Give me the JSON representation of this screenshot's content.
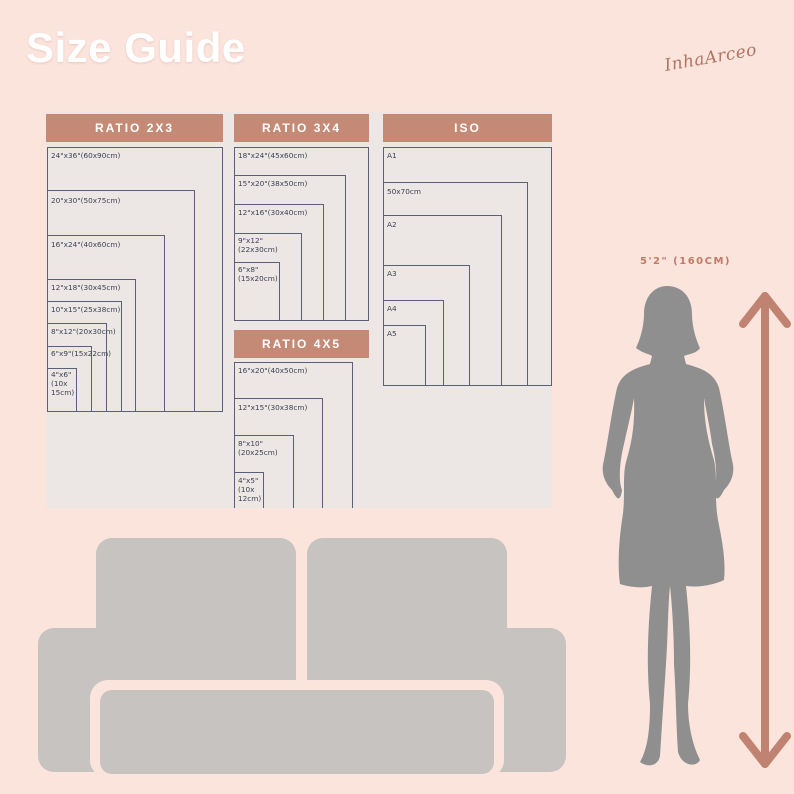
{
  "title": "Size Guide",
  "signature": "InhaArceo",
  "height_label": "5'2\" (160CM)",
  "colors": {
    "background": "#fbe4dc",
    "header": "#c58a76",
    "chart_bg": "#ece7e4",
    "lines": "#58607a",
    "furniture": "#c7c3c0",
    "figure": "#8f8f8f",
    "arrow": "#c08372"
  },
  "ratio_2x3": {
    "header": "RATIO 2X3",
    "sizes": [
      "24\"x36\"(60x90cm)",
      "20\"x30\"(50x75cm)",
      "16\"x24\"(40x60cm)",
      "12\"x18\"(30x45cm)",
      "10\"x15\"(25x38cm)",
      "8\"x12\"(20x30cm)",
      "6\"x9\"(15x22cm)",
      "4\"x6\"\n(10x\n15cm)"
    ]
  },
  "ratio_3x4": {
    "header": "RATIO 3X4",
    "sizes": [
      "18\"x24\"(45x60cm)",
      "15\"x20\"(38x50cm)",
      "12\"x16\"(30x40cm)",
      "9\"x12\"\n(22x30cm)",
      "6\"x8\"\n(15x20cm)"
    ]
  },
  "ratio_4x5": {
    "header": "RATIO 4X5",
    "sizes": [
      "16\"x20\"(40x50cm)",
      "12\"x15\"(30x38cm)",
      "8\"x10\"\n(20x25cm)",
      "4\"x5\"\n(10x\n12cm)"
    ]
  },
  "iso": {
    "header": "ISO",
    "sizes": [
      "A1",
      "50x70cm",
      "A2",
      "A3",
      "A4",
      "A5"
    ]
  }
}
